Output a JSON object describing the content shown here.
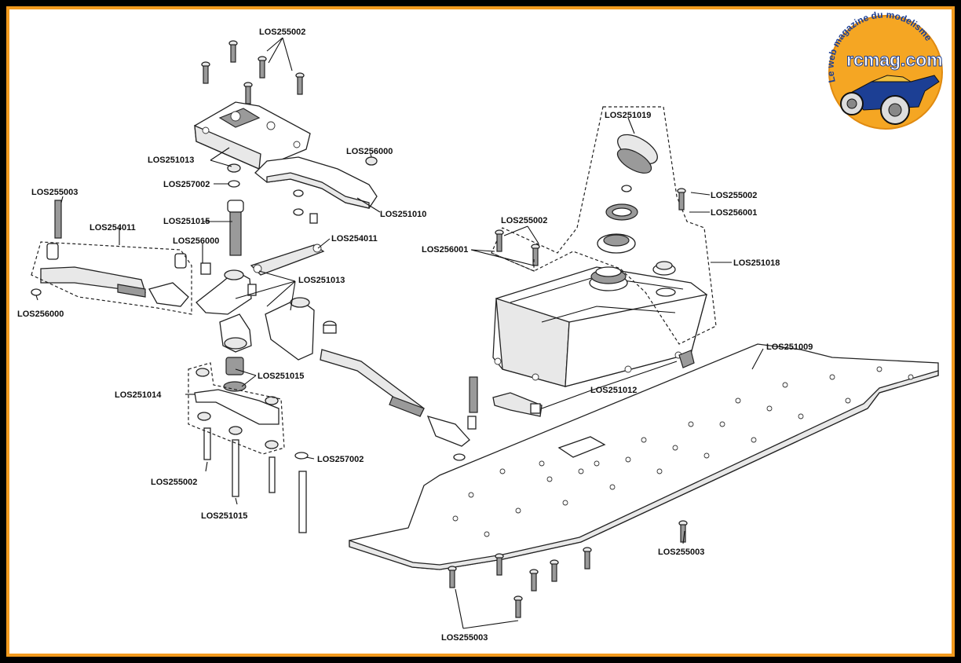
{
  "labels": {
    "los255002_top": "LOS255002",
    "los251013_top": "LOS251013",
    "los256000_top": "LOS256000",
    "los257002_top": "LOS257002",
    "los251010": "LOS251010",
    "los255003_left": "LOS255003",
    "los251015_upper": "LOS251015",
    "los254011_left": "LOS254011",
    "los256000_mid": "LOS256000",
    "los254011_right": "LOS254011",
    "los251013_mid": "LOS251013",
    "los256000_left": "LOS256000",
    "los251015_mid": "LOS251015",
    "los251014": "LOS251014",
    "los257002_low": "LOS257002",
    "los255002_low": "LOS255002",
    "los251015_low": "LOS251015",
    "los251019": "LOS251019",
    "los255002_right": "LOS255002",
    "los256001_right": "LOS256001",
    "los255002_tank": "LOS255002",
    "los256001_tank": "LOS256001",
    "los251018": "LOS251018",
    "los251009": "LOS251009",
    "los251012": "LOS251012",
    "los255003_right": "LOS255003",
    "los255003_bottom": "LOS255003"
  },
  "logo": {
    "arc_text": "Le web magazine du modelisme",
    "brand": "rcmag.com"
  },
  "colors": {
    "frame_outer": "#000000",
    "frame_orange": "#f29a1e",
    "logo_orange": "#f5a623",
    "logo_blue": "#1c3f94"
  }
}
